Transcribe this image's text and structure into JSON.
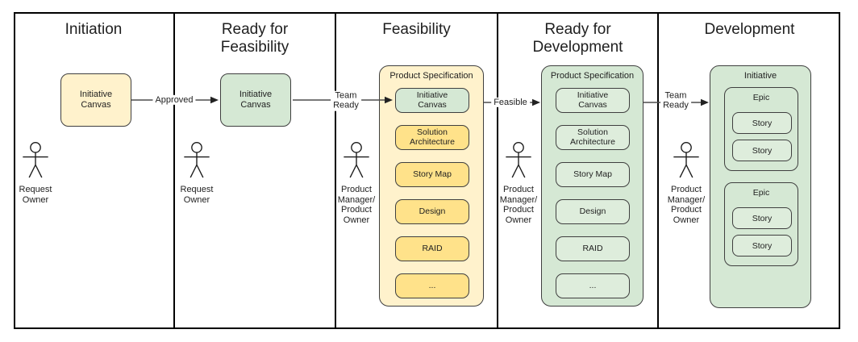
{
  "colors": {
    "yellow_light": "#FFF2CC",
    "yellow_medium": "#FFE28A",
    "green_light": "#D5E8D4",
    "green_lighter": "#DEEDDC",
    "shape_border": "#3F3F3F",
    "lane_border": "#000000",
    "line_color": "#4D4D4D",
    "arrowhead_color": "#222222",
    "text_color": "#1F1F1F"
  },
  "lanes": [
    {
      "title": "Initiation",
      "box": "Initiative\nCanvas",
      "actor_label": "Request\nOwner"
    },
    {
      "title": "Ready for\nFeasibility",
      "box": "Initiative\nCanvas",
      "actor_label": "Request\nOwner"
    },
    {
      "title": "Feasibility",
      "container_title": "Product Specification",
      "items": [
        "Initiative\nCanvas",
        "Solution\nArchitecture",
        "Story Map",
        "Design",
        "RAID",
        "..."
      ],
      "actor_label": "Product\nManager/\nProduct\nOwner"
    },
    {
      "title": "Ready for\nDevelopment",
      "container_title": "Product Specification",
      "items": [
        "Initiative\nCanvas",
        "Solution\nArchitecture",
        "Story Map",
        "Design",
        "RAID",
        "..."
      ],
      "actor_label": "Product\nManager/\nProduct\nOwner"
    },
    {
      "title": "Development",
      "container_title": "Initiative",
      "epics": [
        {
          "title": "Epic",
          "stories": [
            "Story",
            "Story"
          ]
        },
        {
          "title": "Epic",
          "stories": [
            "Story",
            "Story"
          ]
        }
      ],
      "actor_label": "Product\nManager/\nProduct\nOwner"
    }
  ],
  "arrows": [
    {
      "label": "Approved"
    },
    {
      "label": "Team\nReady"
    },
    {
      "label": "Feasible"
    },
    {
      "label": "Team\nReady"
    }
  ]
}
